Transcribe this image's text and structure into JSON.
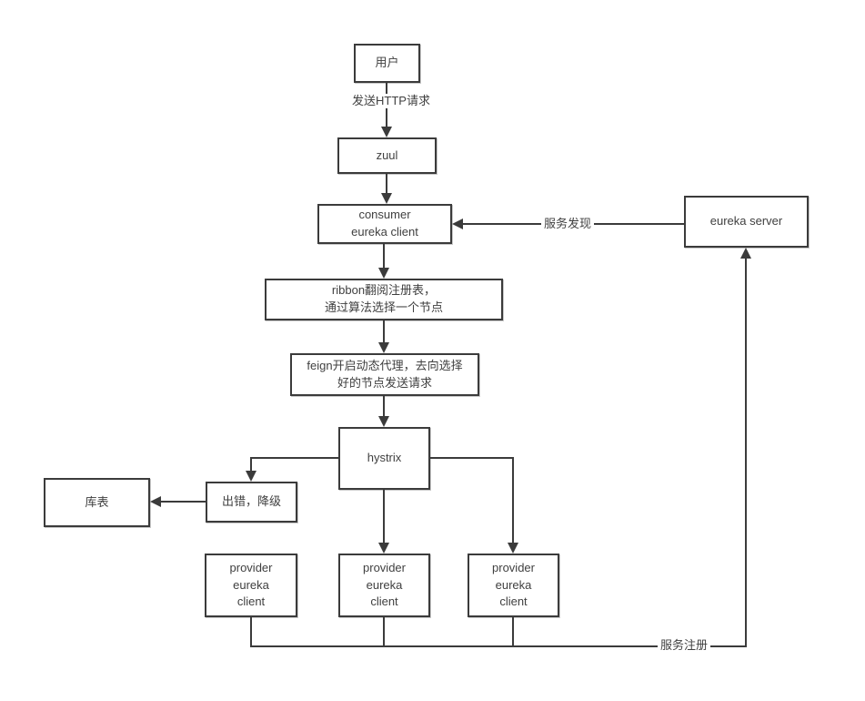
{
  "colors": {
    "background": "#ffffff",
    "line": "#3b3b3b",
    "text": "#404040",
    "node_background": "#ffffff"
  },
  "nodes": {
    "user": {
      "label": "用户"
    },
    "zuul": {
      "label": "zuul"
    },
    "consumer": {
      "label": "consumer\neureka client"
    },
    "eureka_server": {
      "label": "eureka server"
    },
    "ribbon": {
      "label": "ribbon翻阅注册表，\n通过算法选择一个节点"
    },
    "feign": {
      "label": "feign开启动态代理，去向选择\n好的节点发送请求"
    },
    "hystrix": {
      "label": "hystrix"
    },
    "fallback": {
      "label": "出错，降级"
    },
    "db_table": {
      "label": "库表"
    },
    "provider_left": {
      "label": "provider\neureka\nclient"
    },
    "provider_middle": {
      "label": "provider\neureka\nclient"
    },
    "provider_right": {
      "label": "provider\neureka\nclient"
    }
  },
  "edge_labels": {
    "send_http": "发送HTTP请求",
    "service_discovery": "服务发现",
    "service_registration": "服务注册"
  }
}
